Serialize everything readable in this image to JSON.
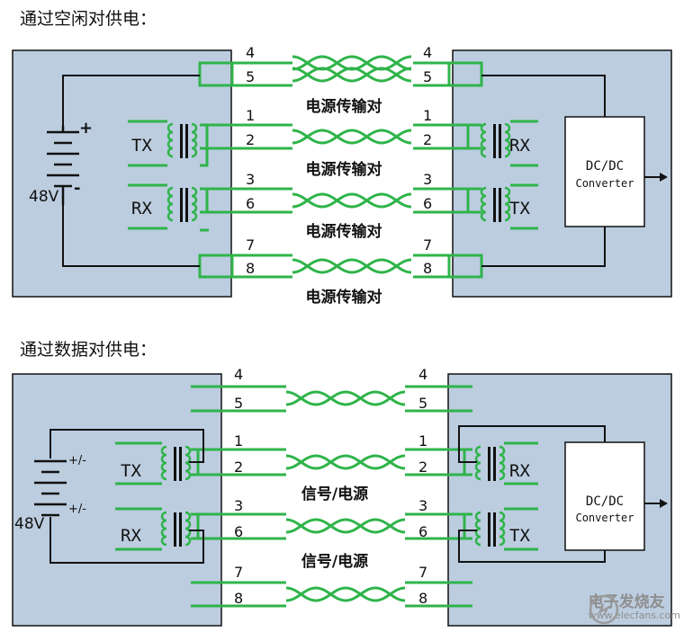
{
  "diagram_top": {
    "title": "通过空闲对供电：",
    "left_numbers": [
      "4",
      "5",
      "1",
      "2",
      "3",
      "6",
      "7",
      "8"
    ],
    "right_numbers": [
      "4",
      "5",
      "1",
      "2",
      "3",
      "6",
      "7",
      "8"
    ],
    "pair_labels": [
      "电源传输对",
      "电源传输对",
      "电源传输对",
      "电源传输对"
    ],
    "voltage": "48V",
    "plus": "+",
    "minus": "-",
    "left_tx": "TX",
    "left_rx": "RX",
    "right_rx": "RX",
    "right_tx": "TX",
    "converter_line1": "DC/DC",
    "converter_line2": "Converter"
  },
  "diagram_bottom": {
    "title": "通过数据对供电：",
    "left_numbers": [
      "4",
      "5",
      "1",
      "2",
      "3",
      "6",
      "7",
      "8"
    ],
    "right_numbers": [
      "4",
      "5",
      "1",
      "2",
      "3",
      "6",
      "7",
      "8"
    ],
    "pair_labels": [
      "信号/电源",
      "信号/电源"
    ],
    "voltage": "48V",
    "plus_minus_top": "+/-",
    "plus_minus_bottom": "+/-",
    "left_tx": "TX",
    "left_rx": "RX",
    "right_rx": "RX",
    "right_tx": "TX",
    "converter_line1": "DC/DC",
    "converter_line2": "Converter"
  },
  "watermark": {
    "name": "电子发烧友",
    "url": "www.elecfans.com",
    "icon": "elecfans-logo-icon"
  },
  "colors": {
    "box_fill": "#bccde0",
    "wire_green": "#2fb44a",
    "black": "#111111"
  }
}
